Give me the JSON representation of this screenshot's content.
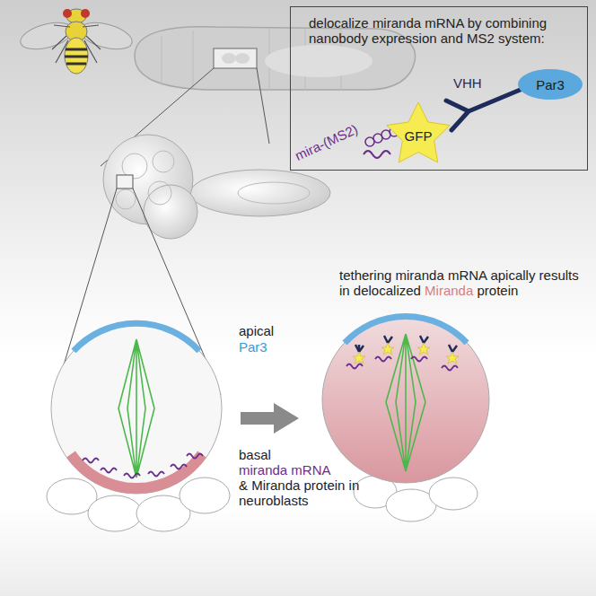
{
  "diagram": {
    "nodes": [
      {
        "text": [
          "delocalize miranda mRNA by combining nanobody expression and MS2 system:"
        ]
      },
      {
        "text": [
          "GFP"
        ],
        "in": 0
      },
      {
        "text": [
          "Par3"
        ],
        "in": 0
      }
    ],
    "labels": [
      "mira-(MS2)",
      "VHH",
      "apical",
      "Par3",
      "basal",
      "miranda mRNA",
      "& Miranda protein in neuroblasts",
      "tethering miranda mRNA apically results in delocalized",
      "Miranda",
      "protein"
    ]
  }
}
